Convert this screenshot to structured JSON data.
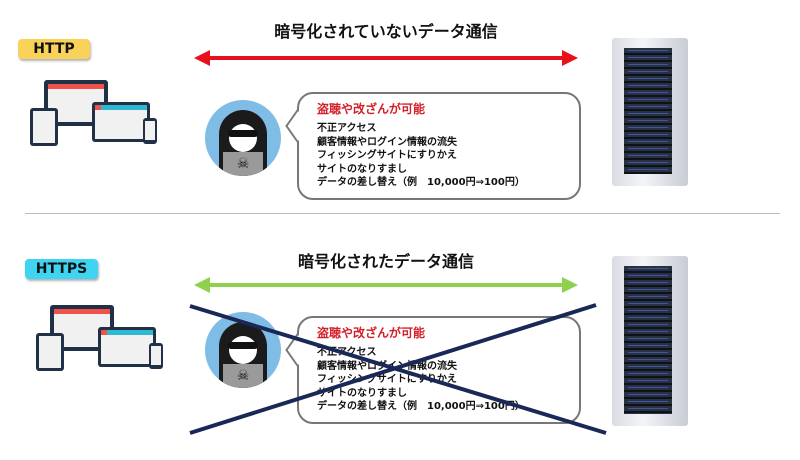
{
  "http": {
    "badge": "HTTP",
    "title": "暗号化されていないデータ通信",
    "badge_color": "#f9d25a",
    "arrow_color": "#e8101a",
    "bubble": {
      "heading": "盗聴や改ざんが可能",
      "lines": [
        "不正アクセス",
        "顧客情報やログイン情報の流失",
        "フィッシングサイトにすりかえ",
        "サイトのなりすまし",
        "データの差し替え（例　10,000円⇒100円）"
      ]
    }
  },
  "https": {
    "badge": "HTTPS",
    "title": "暗号化されたデータ通信",
    "badge_color": "#3fd4f2",
    "arrow_color": "#8fd14f",
    "cross_color": "#1a2857",
    "bubble": {
      "heading": "盗聴や改ざんが可能",
      "lines": [
        "不正アクセス",
        "顧客情報やログイン情報の流失",
        "フィッシングサイトにすりかえ",
        "サイトのなりすまし",
        "データの差し替え（例　10,000円⇒100円）"
      ]
    }
  },
  "icons": {
    "skull": "☠"
  }
}
